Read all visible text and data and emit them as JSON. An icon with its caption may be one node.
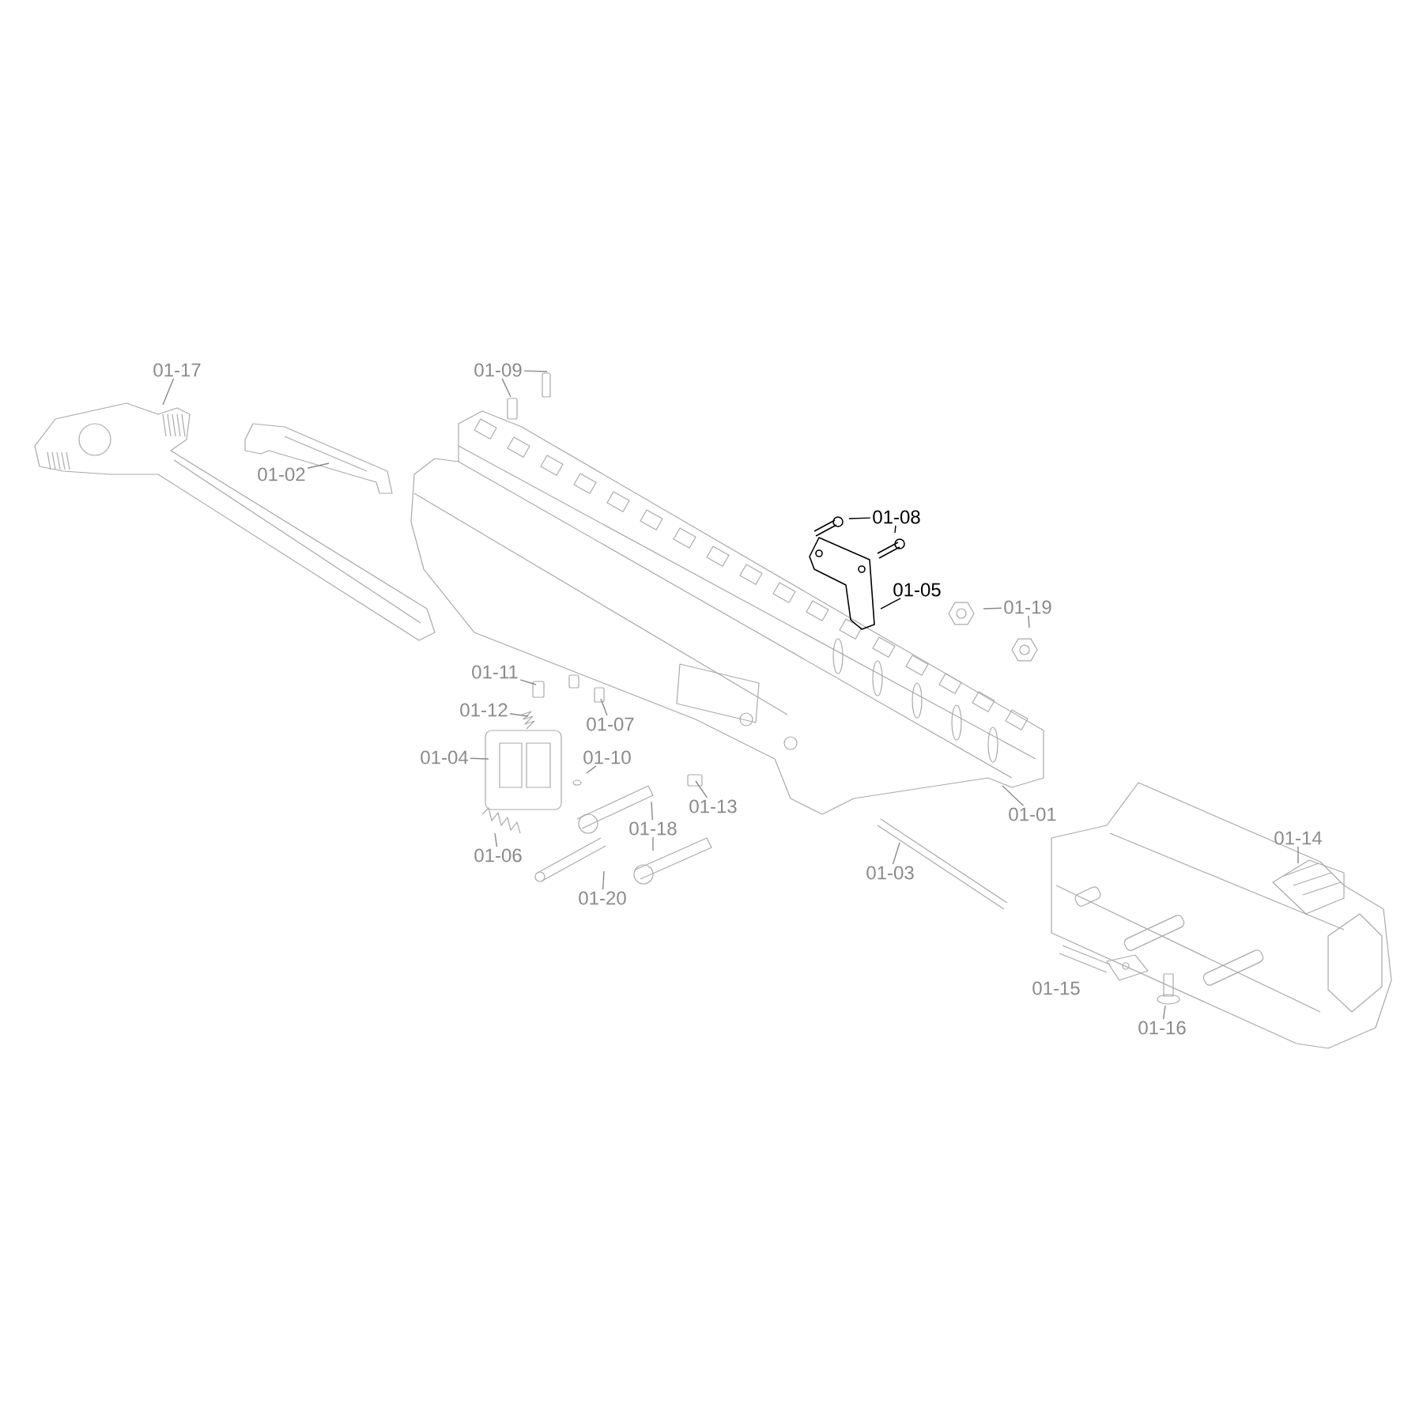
{
  "diagram": {
    "nodes": [
      {
        "text": [
          "01-17"
        ]
      },
      {
        "text": [
          "01-09"
        ]
      },
      {
        "text": [
          "01-02"
        ]
      },
      {
        "text": [
          "01-08"
        ]
      },
      {
        "text": [
          "01-05"
        ]
      },
      {
        "text": [
          "01-19"
        ]
      },
      {
        "text": [
          "01-11"
        ]
      },
      {
        "text": [
          "01-12"
        ]
      },
      {
        "text": [
          "01-07"
        ]
      },
      {
        "text": [
          "01-04"
        ]
      },
      {
        "text": [
          "01-10"
        ]
      },
      {
        "text": [
          "01-13"
        ]
      },
      {
        "text": [
          "01-18"
        ]
      },
      {
        "text": [
          "01-06"
        ]
      },
      {
        "text": [
          "01-01"
        ]
      },
      {
        "text": [
          "01-03"
        ]
      },
      {
        "text": [
          "01-14"
        ]
      },
      {
        "text": [
          "01-20"
        ]
      },
      {
        "text": [
          "01-16"
        ]
      }
    ],
    "edges": [
      {
        "from": 0,
        "to": null,
        "arrow": "none"
      },
      {
        "from": 2,
        "to": null,
        "arrow": "none"
      },
      {
        "from": 1,
        "to": null,
        "arrow": "none"
      },
      {
        "from": 1,
        "to": null,
        "arrow": "none"
      },
      {
        "from": 3,
        "to": null,
        "arrow": "none",
        "color": "#000000"
      },
      {
        "from": 3,
        "to": null,
        "arrow": "none",
        "color": "#000000"
      },
      {
        "from": 4,
        "to": null,
        "arrow": "none",
        "color": "#000000"
      },
      {
        "from": 5,
        "to": null,
        "arrow": "none"
      },
      {
        "from": 5,
        "to": null,
        "arrow": "none"
      },
      {
        "from": 6,
        "to": null,
        "arrow": "none"
      },
      {
        "from": 7,
        "to": null,
        "arrow": "none"
      },
      {
        "from": 8,
        "to": null,
        "arrow": "none"
      },
      {
        "from": 9,
        "to": null,
        "arrow": "none"
      },
      {
        "from": 10,
        "to": null,
        "arrow": "none"
      },
      {
        "from": 11,
        "to": null,
        "arrow": "none"
      },
      {
        "from": 12,
        "to": null,
        "arrow": "none"
      },
      {
        "from": 12,
        "to": null,
        "arrow": "none"
      },
      {
        "from": 13,
        "to": null,
        "arrow": "none"
      },
      {
        "from": 17,
        "to": null,
        "arrow": "none"
      },
      {
        "from": 14,
        "to": null,
        "arrow": "none"
      },
      {
        "from": 15,
        "to": null,
        "arrow": "none"
      },
      {
        "from": 16,
        "to": null,
        "arrow": "none"
      },
      {
        "from": 18,
        "to": null,
        "arrow": "none"
      }
    ],
    "labels": [
      "01-15"
    ]
  }
}
